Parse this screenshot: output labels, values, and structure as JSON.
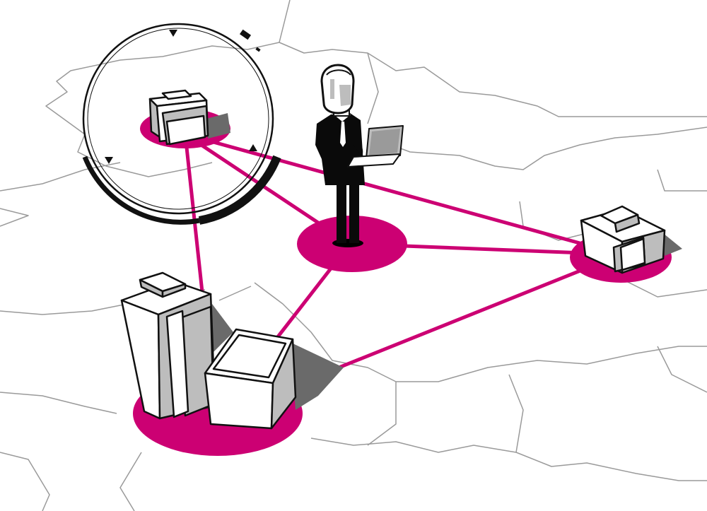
{
  "colors": {
    "background": "#ffffff",
    "map_lines": "#9a9a9a",
    "link": "#cc0073",
    "node": "#cc0073",
    "building_face": "#ffffff",
    "building_side": "#bdbdbd",
    "outline": "#111111",
    "shadow": "#6a6a6a",
    "suit": "#0a0a0a"
  },
  "nodes": [
    {
      "id": "hub-person",
      "kind": "person-with-laptop"
    },
    {
      "id": "site-small-office",
      "kind": "building",
      "highlighted": true
    },
    {
      "id": "site-right-building",
      "kind": "building"
    },
    {
      "id": "site-headquarters",
      "kind": "building-cluster"
    }
  ],
  "links": [
    {
      "from": "site-small-office",
      "to": "hub-person"
    },
    {
      "from": "site-small-office",
      "to": "site-right-building"
    },
    {
      "from": "site-small-office",
      "to": "site-headquarters"
    },
    {
      "from": "hub-person",
      "to": "site-right-building"
    },
    {
      "from": "hub-person",
      "to": "site-headquarters"
    },
    {
      "from": "site-right-building",
      "to": "site-headquarters"
    }
  ],
  "icons": [
    "magnifier-ring-icon",
    "person-icon",
    "laptop-icon"
  ]
}
